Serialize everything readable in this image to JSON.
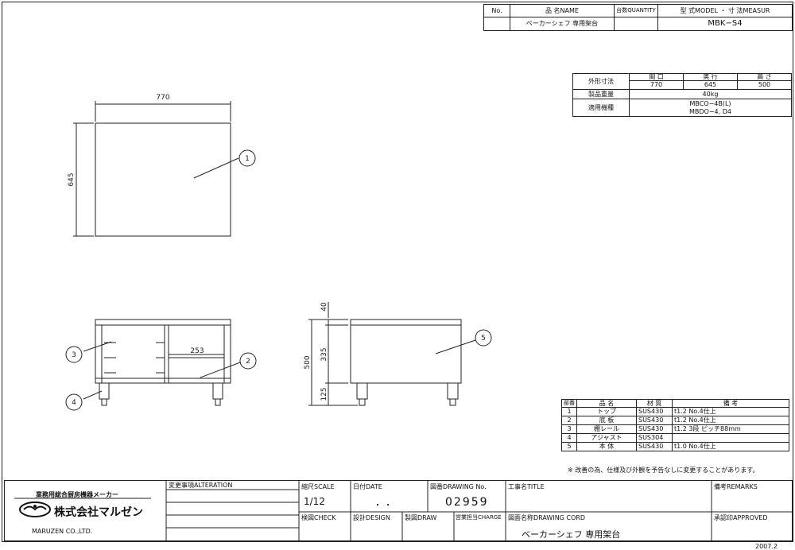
{
  "header": {
    "no_label": "No.",
    "name_label": "品 名NAME",
    "qty_label": "台数QUANTITY",
    "model_label": "型 式MODEL ・ 寸 法MEASUR",
    "name_value": "ベーカーシェフ 専用架台",
    "model_value": "MBK−S4"
  },
  "spec": {
    "dims_label": "外形寸法",
    "col_width": "間 口",
    "col_depth": "奥 行",
    "col_height": "高 さ",
    "width": "770",
    "depth": "645",
    "height": "500",
    "weight_label": "製品重量",
    "weight": "40kg",
    "models_label": "適用機種",
    "models_line1": "MBCO−4B(L)",
    "models_line2": "MBDO−4, D4"
  },
  "drawing": {
    "top_width": "770",
    "top_depth": "645",
    "shelf_pitch": "253",
    "side_top": "40",
    "side_total": "500",
    "side_mid": "335",
    "side_leg": "125",
    "balloons": [
      "1",
      "2",
      "3",
      "4",
      "5"
    ]
  },
  "parts": {
    "headers": [
      "部番",
      "品 名",
      "材 質",
      "備 考"
    ],
    "rows": [
      [
        "1",
        "トップ",
        "SUS430",
        "t1.2 No.4仕上"
      ],
      [
        "2",
        "底 板",
        "SUS430",
        "t1.2 No.4仕上"
      ],
      [
        "3",
        "棚レール",
        "SUS430",
        "t1.2 3段 ピッチ88mm"
      ],
      [
        "4",
        "アジャスト",
        "SUS304",
        ""
      ],
      [
        "5",
        "本 体",
        "SUS430",
        "t1.0 No.4仕上"
      ]
    ],
    "note": "※ 改善の為、仕様及び外観を予告なしに変更することがあります。"
  },
  "title_block": {
    "company_slogan": "業務用総合厨房機器メーカー",
    "company_name_jp": "株式会社マルゼン",
    "company_name_en": "MARUZEN CO.,LTD.",
    "alteration_label": "変更事項ALTERATION",
    "scale_label": "縮尺SCALE",
    "scale_value": "1/12",
    "date_label": "日付DATE",
    "date_value": "・ ・",
    "drawing_no_label": "図番DRAWING No.",
    "drawing_no": "02959",
    "title_label": "工事名TITLE",
    "remarks_label": "備考REMARKS",
    "check_label": "検図CHECK",
    "design_label": "設計DESIGN",
    "draw_label": "製図DRAW",
    "charge_label": "営業担当CHARGE",
    "drawing_cord_label": "図面名称DRAWING CORD",
    "drawing_name": "ベーカーシェフ 専用架台",
    "approved_label": "承認印APPROVED",
    "revision_date": "2007.2"
  }
}
